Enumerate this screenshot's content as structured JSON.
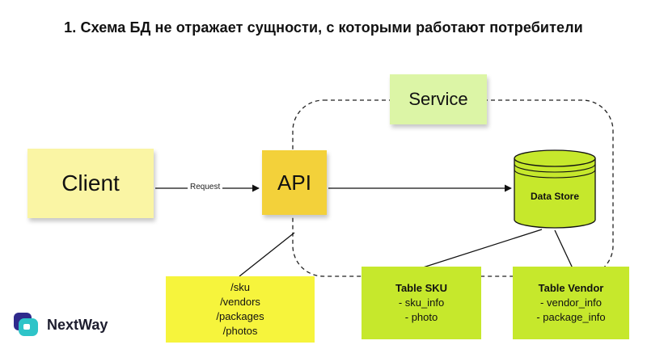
{
  "title": "1. Схема БД не отражает сущности, с которыми работают  потребители",
  "nodes": {
    "service": "Service",
    "client": "Client",
    "api": "API",
    "data_store": "Data Store"
  },
  "edges": {
    "request": "Request"
  },
  "routes": [
    "/sku",
    "/vendors",
    "/packages",
    "/photos"
  ],
  "tables": {
    "sku": {
      "title": "Table SKU",
      "items": [
        "- sku_info",
        "- photo"
      ]
    },
    "vendor": {
      "title": "Table Vendor",
      "items": [
        "- vendor_info",
        "- package_info"
      ]
    }
  },
  "brand": "NextWay",
  "colors": {
    "client": "#faf5a4",
    "api": "#f3d13a",
    "service": "#dcf5a6",
    "routes": "#f6f43c",
    "tables": "#c6e82c",
    "data_store": "#c6e82c"
  }
}
